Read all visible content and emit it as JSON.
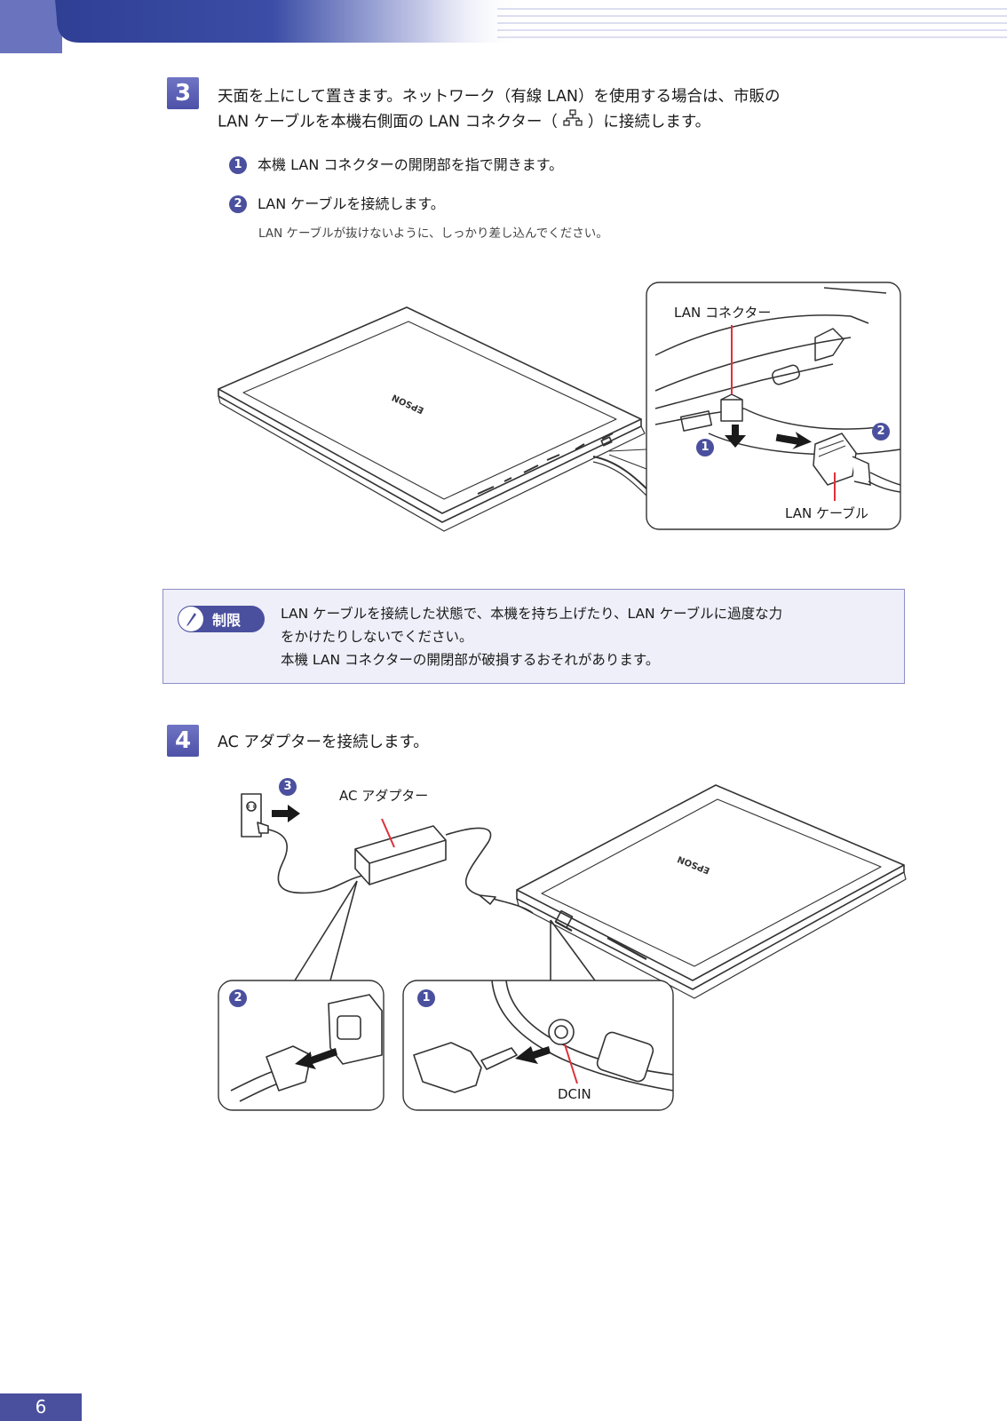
{
  "step3": {
    "number": "3",
    "line1": "天面を上にして置きます。ネットワーク（有線 LAN）を使用する場合は、市販の",
    "line2_before": "LAN ケーブルを本機右側面の LAN コネクター（",
    "line2_after": "）に接続します。",
    "lan_icon": "lan-network-icon",
    "sub1_num": "1",
    "sub1_text": "本機 LAN コネクターの開閉部を指で開きます。",
    "sub2_num": "2",
    "sub2_text": "LAN ケーブルを接続します。",
    "note": "LAN ケーブルが抜けないように、しっかり差し込んでください。"
  },
  "figure1": {
    "brand": "EPSON",
    "connector_label": "LAN コネクター",
    "cable_label": "LAN ケーブル",
    "num1": "1",
    "num2": "2"
  },
  "caution": {
    "label": "制限",
    "icon": "pencil-icon",
    "line1": "LAN ケーブルを接続した状態で、本機を持ち上げたり、LAN ケーブルに過度な力",
    "line2": "をかけたりしないでください。",
    "line3": "本機 LAN コネクターの開閉部が破損するおそれがあります。"
  },
  "step4": {
    "number": "4",
    "text": "AC アダプターを接続します。"
  },
  "figure2": {
    "brand": "EPSON",
    "adapter_label": "AC アダプター",
    "dcin_label": "DCIN",
    "num1": "1",
    "num2": "2",
    "num3": "3"
  },
  "page": {
    "number": "6"
  },
  "colors": {
    "accent": "#4a4f9e",
    "caution_bg": "#eeeff8",
    "callout_red": "#e0303a"
  }
}
